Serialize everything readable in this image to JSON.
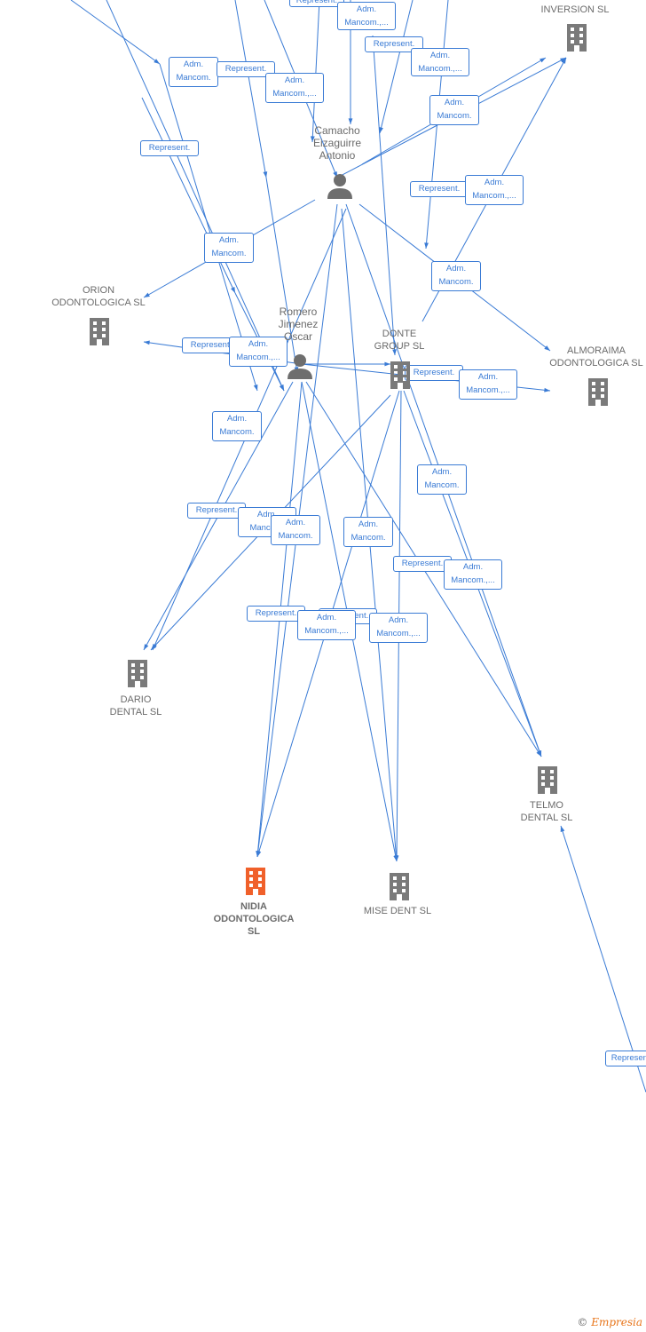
{
  "colors": {
    "edge": "#3a7bd5",
    "company": "#7a7a7a",
    "focus_company": "#f0602a",
    "person": "#6e6e6e",
    "label": "#6b6b6b"
  },
  "nodes": {
    "inversion": {
      "label": "INVERSION SL",
      "type": "company",
      "icon": "building-icon"
    },
    "camacho": {
      "label": "Camacho\nEizaguirre\nAntonio",
      "type": "person",
      "icon": "person-icon"
    },
    "orion": {
      "label": "ORION\nODONTOLOGICA SL",
      "type": "company",
      "icon": "building-icon"
    },
    "romero": {
      "label": "Romero\nJimenez\nOscar",
      "type": "person",
      "icon": "person-icon"
    },
    "donte": {
      "label": "DONTE\nGROUP  SL",
      "type": "company",
      "icon": "building-icon"
    },
    "almoraima": {
      "label": "ALMORAIMA\nODONTOLOGICA SL",
      "type": "company",
      "icon": "building-icon"
    },
    "dario": {
      "label": "DARIO\nDENTAL SL",
      "type": "company",
      "icon": "building-icon"
    },
    "telmo": {
      "label": "TELMO\nDENTAL SL",
      "type": "company",
      "icon": "building-icon"
    },
    "nidia": {
      "label": "NIDIA\nODONTOLOGICA\nSL",
      "type": "focus-company",
      "icon": "building-icon"
    },
    "mise": {
      "label": "MISE DENT SL",
      "type": "company",
      "icon": "building-icon"
    }
  },
  "relations": [
    "Represent.",
    "Adm.\nMancom.,...",
    "Represent.",
    "Adm.\nMancom.,...",
    "Adm.\nMancom.",
    "Represent.",
    "Adm.\nMancom.,...",
    "Represent.",
    "Adm.\nMancom.",
    "Represent.",
    "Adm.\nMancom.,...",
    "Adm.\nMancom.",
    "Adm.\nMancom.",
    "Represent.",
    "Adm.\nMancom.,...",
    "Represent.",
    "Adm.\nMancom.,...",
    "Adm.\nMancom.",
    "Adm.\nMancom.",
    "Represent.",
    "Adm.\nMancom.",
    "Adm.\nMancom.",
    "Adm.\nMancom.",
    "Represent.",
    "Adm.\nMancom.,...",
    "Represent.",
    "Represent.",
    "Adm.\nMancom.,...",
    "Adm.\nMancom.,...",
    "Represent."
  ],
  "footer": {
    "copyright": "©",
    "brand": "Empresia"
  }
}
